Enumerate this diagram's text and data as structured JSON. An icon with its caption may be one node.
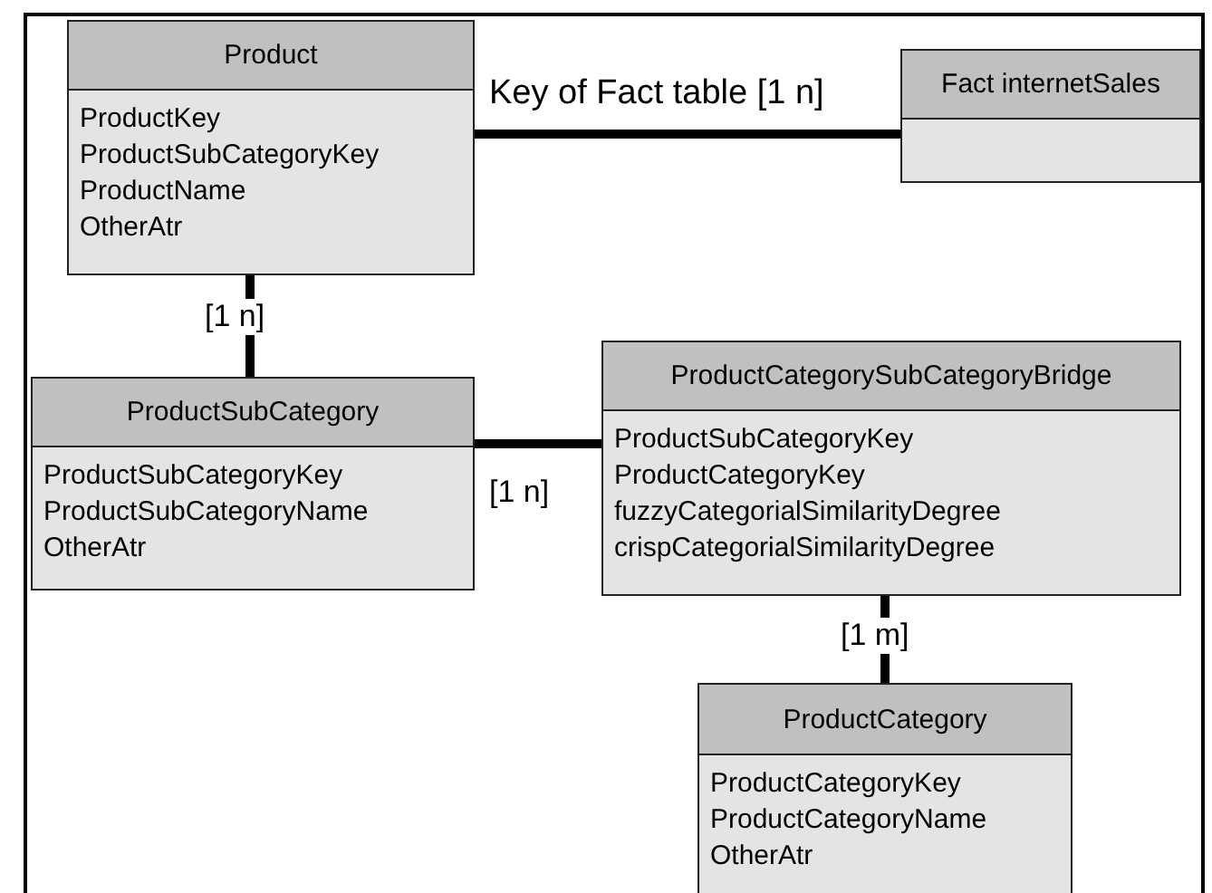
{
  "diagram": {
    "nodes": [
      {
        "text": [
          "Product",
          "ProductKey",
          "ProductSubCategoryKey",
          "ProductName",
          "OtherAtr"
        ]
      },
      {
        "text": [
          "Fact internetSales"
        ]
      },
      {
        "text": [
          "ProductSubCategory",
          "ProductSubCategoryKey",
          "ProductSubCategoryName",
          "OtherAtr"
        ]
      },
      {
        "text": [
          "ProductCategorySubCategoryBridge",
          "ProductSubCategoryKey",
          "ProductCategoryKey",
          "fuzzyCategorialSimilarityDegree",
          "crispCategorialSimilarityDegree"
        ]
      },
      {
        "text": [
          "ProductCategory",
          "ProductCategoryKey",
          "ProductCategoryName",
          "OtherAtr"
        ]
      }
    ],
    "edges": [
      {
        "from": 0,
        "to": 1,
        "arrow": "none",
        "label": "Key of Fact table [1 n]"
      },
      {
        "from": 0,
        "to": 2,
        "arrow": "none",
        "label": "[1 n]"
      },
      {
        "from": 2,
        "to": 3,
        "arrow": "none",
        "label": "[1 n]"
      },
      {
        "from": 3,
        "to": 4,
        "arrow": "none",
        "label": "[1 m]"
      }
    ]
  }
}
